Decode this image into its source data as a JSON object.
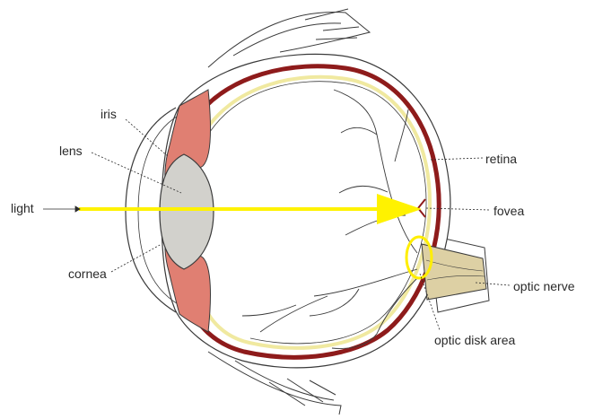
{
  "labels": {
    "light": "light",
    "iris": "iris",
    "lens": "lens",
    "cornea": "cornea",
    "retina": "retina",
    "fovea": "fovea",
    "optic_nerve": "optic nerve",
    "optic_disk_area": "optic disk area"
  },
  "colors": {
    "outline": "#3a3a3a",
    "choroid_red": "#8e1b1b",
    "iris_pink": "#e07f72",
    "retina_yellow": "#f0e9a0",
    "lens_gray": "#d2d1cc",
    "optic_nerve_tan": "#ddd0a4",
    "light_arrow": "#fff200",
    "highlight_ring": "#ffee00"
  }
}
